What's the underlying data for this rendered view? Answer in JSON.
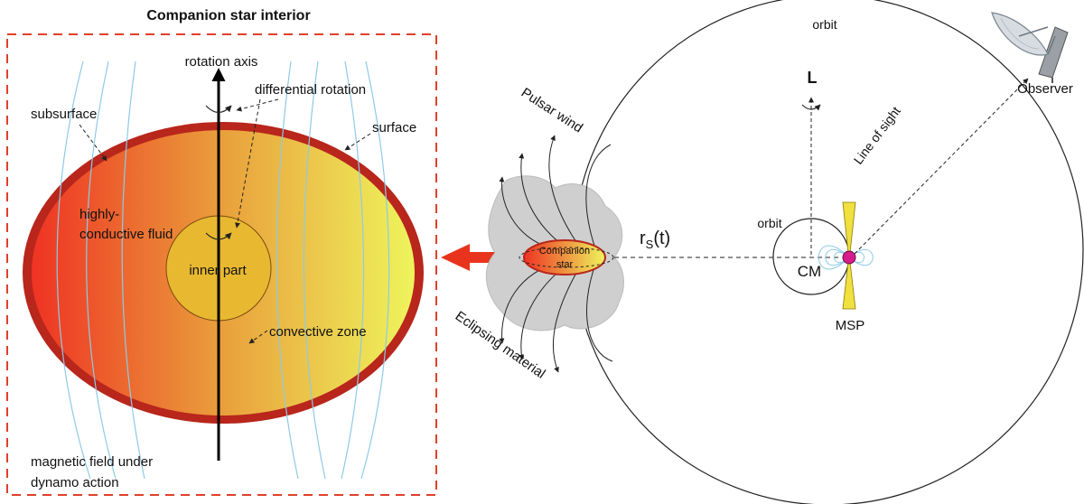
{
  "title": "Companion star interior",
  "interior": {
    "rotation_axis": "rotation axis",
    "differential_rotation": "differential rotation",
    "subsurface": "subsurface",
    "surface": "surface",
    "fluid_line1": "highly-",
    "fluid_line2": "conductive fluid",
    "inner_part": "inner part",
    "convective_zone": "convective zone",
    "field_line1": "magnetic field under",
    "field_line2": "dynamo action"
  },
  "system": {
    "pulsar_wind": "Pulsar wind",
    "eclipsing_material": "Eclipsing material",
    "companion_line1": "Companion",
    "companion_line2": "star",
    "separation_main": "r",
    "separation_sub": "S",
    "separation_tail": "(t)",
    "orbit_outer": "orbit",
    "orbit_inner": "orbit",
    "angular_momentum": "L",
    "center_of_mass": "CM",
    "msp": "MSP",
    "line_of_sight": "Line of sight",
    "observer": "Observer"
  },
  "colors": {
    "frame": "#e0402a",
    "crust": "#b8261c",
    "gradient_left": "#ef3323",
    "gradient_mid": "#e9a03c",
    "gradient_right": "#eef45c",
    "inner": "#e8b830",
    "field_lines": "#8ecae6",
    "big_arrow": "#e8341c",
    "pulsar": "#d81b8a",
    "beam": "#f0e040"
  }
}
